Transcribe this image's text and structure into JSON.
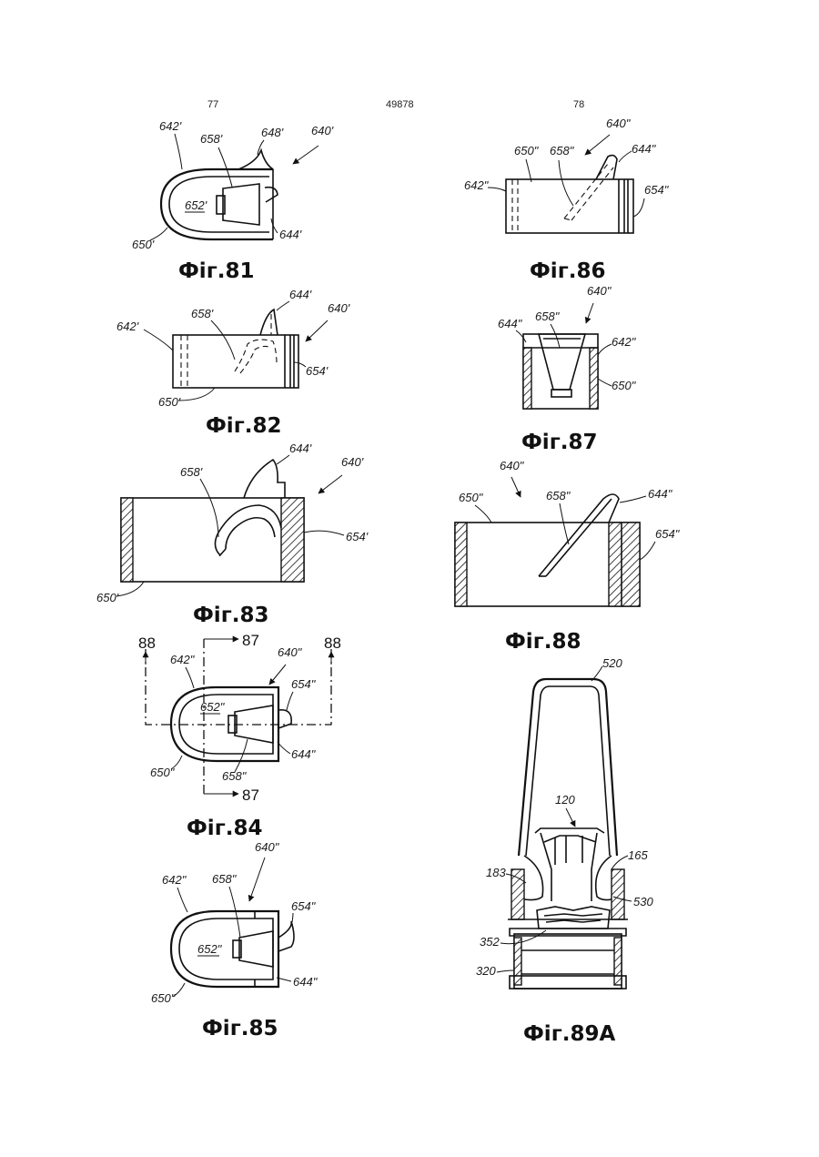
{
  "header": {
    "page_left": "77",
    "doc_number": "49878",
    "page_right": "78"
  },
  "figures": {
    "fig81": {
      "caption": "Фіг.81",
      "labels": [
        "642'",
        "658'",
        "648'",
        "640'",
        "652'",
        "650'",
        "644'"
      ]
    },
    "fig82": {
      "caption": "Фіг.82",
      "labels": [
        "642'",
        "658'",
        "644'",
        "640'",
        "654'",
        "650'"
      ]
    },
    "fig83": {
      "caption": "Фіг.83",
      "labels": [
        "658'",
        "644'",
        "640'",
        "654'",
        "650'"
      ]
    },
    "fig84": {
      "caption": "Фіг.84",
      "labels": [
        "642\"",
        "640\"",
        "654\"",
        "652\"",
        "644\"",
        "650\"",
        "658\""
      ],
      "section_marks": [
        "88",
        "87",
        "88",
        "87"
      ]
    },
    "fig85": {
      "caption": "Фіг.85",
      "labels": [
        "640\"",
        "642\"",
        "658\"",
        "654\"",
        "652\"",
        "644\"",
        "650\""
      ]
    },
    "fig86": {
      "caption": "Фіг.86",
      "labels": [
        "640\"",
        "650\"",
        "658\"",
        "644\"",
        "642\"",
        "654\""
      ]
    },
    "fig87": {
      "caption": "Фіг.87",
      "labels": [
        "640\"",
        "644\"",
        "658\"",
        "642\"",
        "650\""
      ]
    },
    "fig88": {
      "caption": "Фіг.88",
      "labels": [
        "640\"",
        "650\"",
        "658\"",
        "644\"",
        "654\""
      ]
    },
    "fig89a": {
      "caption": "Фіг.89A",
      "labels": [
        "520",
        "120",
        "165",
        "183",
        "530",
        "352",
        "320"
      ]
    }
  }
}
